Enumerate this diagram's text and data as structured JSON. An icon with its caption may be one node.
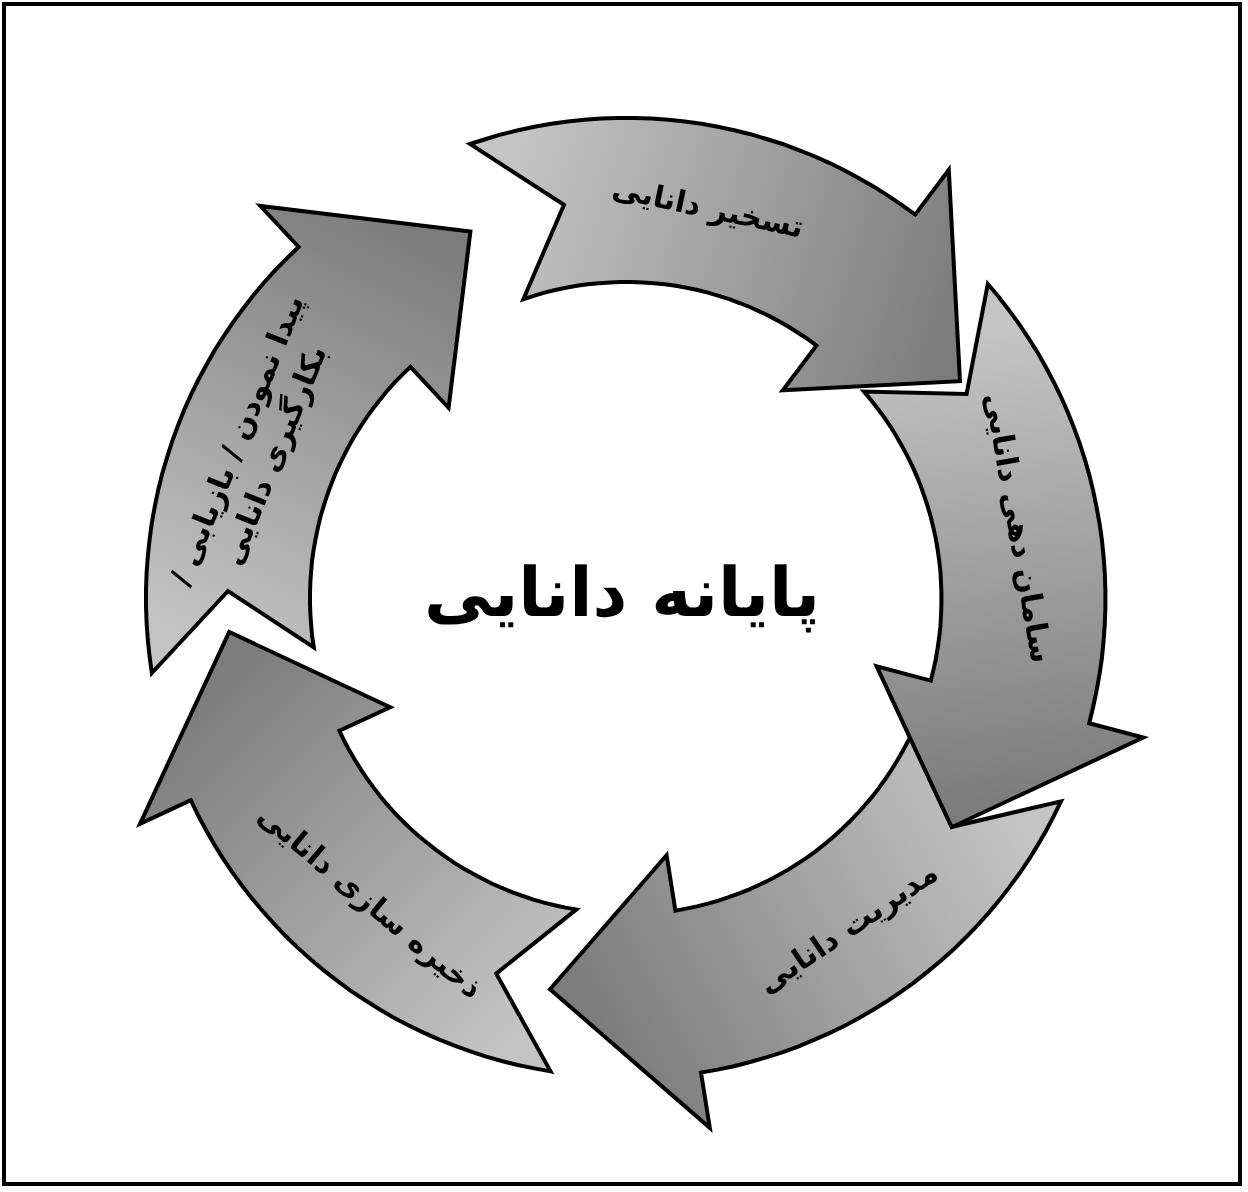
{
  "diagram": {
    "nodes": [
      {
        "text": [
          "تسخیر دانایی"
        ]
      },
      {
        "text": [
          "سامان دهی دانایی"
        ]
      },
      {
        "text": [
          "مدیریت دانایی"
        ]
      },
      {
        "text": [
          "ذخیره سازی دانایی"
        ]
      },
      {
        "text": [
          "پیدا نمودن / بازیابی / بکارگیری دانایی"
        ]
      }
    ],
    "labels": [
      "پایانه دانایی"
    ]
  }
}
